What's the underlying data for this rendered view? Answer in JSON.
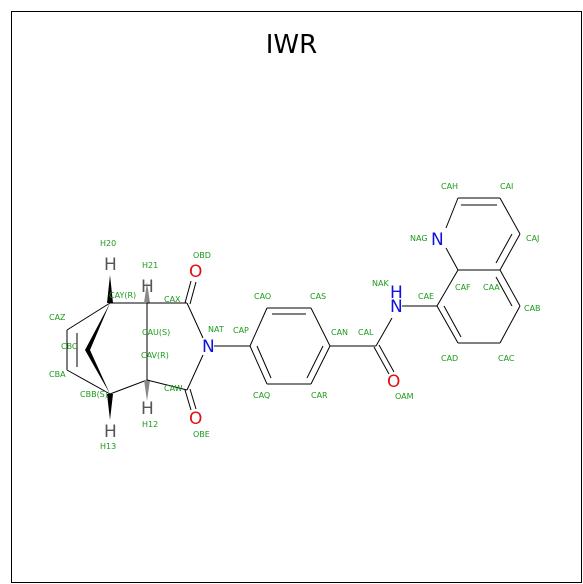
{
  "molecule": {
    "title": "IWR",
    "atom_symbols": {
      "n_imide": "N",
      "n_amide": "H\nN",
      "n_quinoline": "N",
      "o_top": "O",
      "o_bottom": "O",
      "o_amide": "O",
      "h_top": "H",
      "h_bottom": "H",
      "h_21": "H",
      "h_12": "H"
    },
    "atom_labels": {
      "H20": "H20",
      "H21": "H21",
      "OBD": "OBD",
      "CAY": "CAY(R)",
      "CAX": "CAX",
      "CAZ": "CAZ",
      "CAU": "CAU(S)",
      "NAT": "NAT",
      "CAP": "CAP",
      "CAO": "CAO",
      "CAS": "CAS",
      "CBC": "CBC",
      "CAV": "CAV(R)",
      "CBA": "CBA",
      "CAW": "CAW",
      "CBB": "CBB(S)",
      "H12": "H12",
      "OBE": "OBE",
      "H13": "H13",
      "CAQ": "CAQ",
      "CAR": "CAR",
      "CAN": "CAN",
      "CAL": "CAL",
      "OAM": "OAM",
      "NAK": "NAK",
      "CAE": "CAE",
      "CAD": "CAD",
      "CAC": "CAC",
      "CAB": "CAB",
      "CAF": "CAF",
      "CAA": "CAA",
      "NAG": "NAG",
      "CAH": "CAH",
      "CAI": "CAI",
      "CAJ": "CAJ"
    }
  }
}
